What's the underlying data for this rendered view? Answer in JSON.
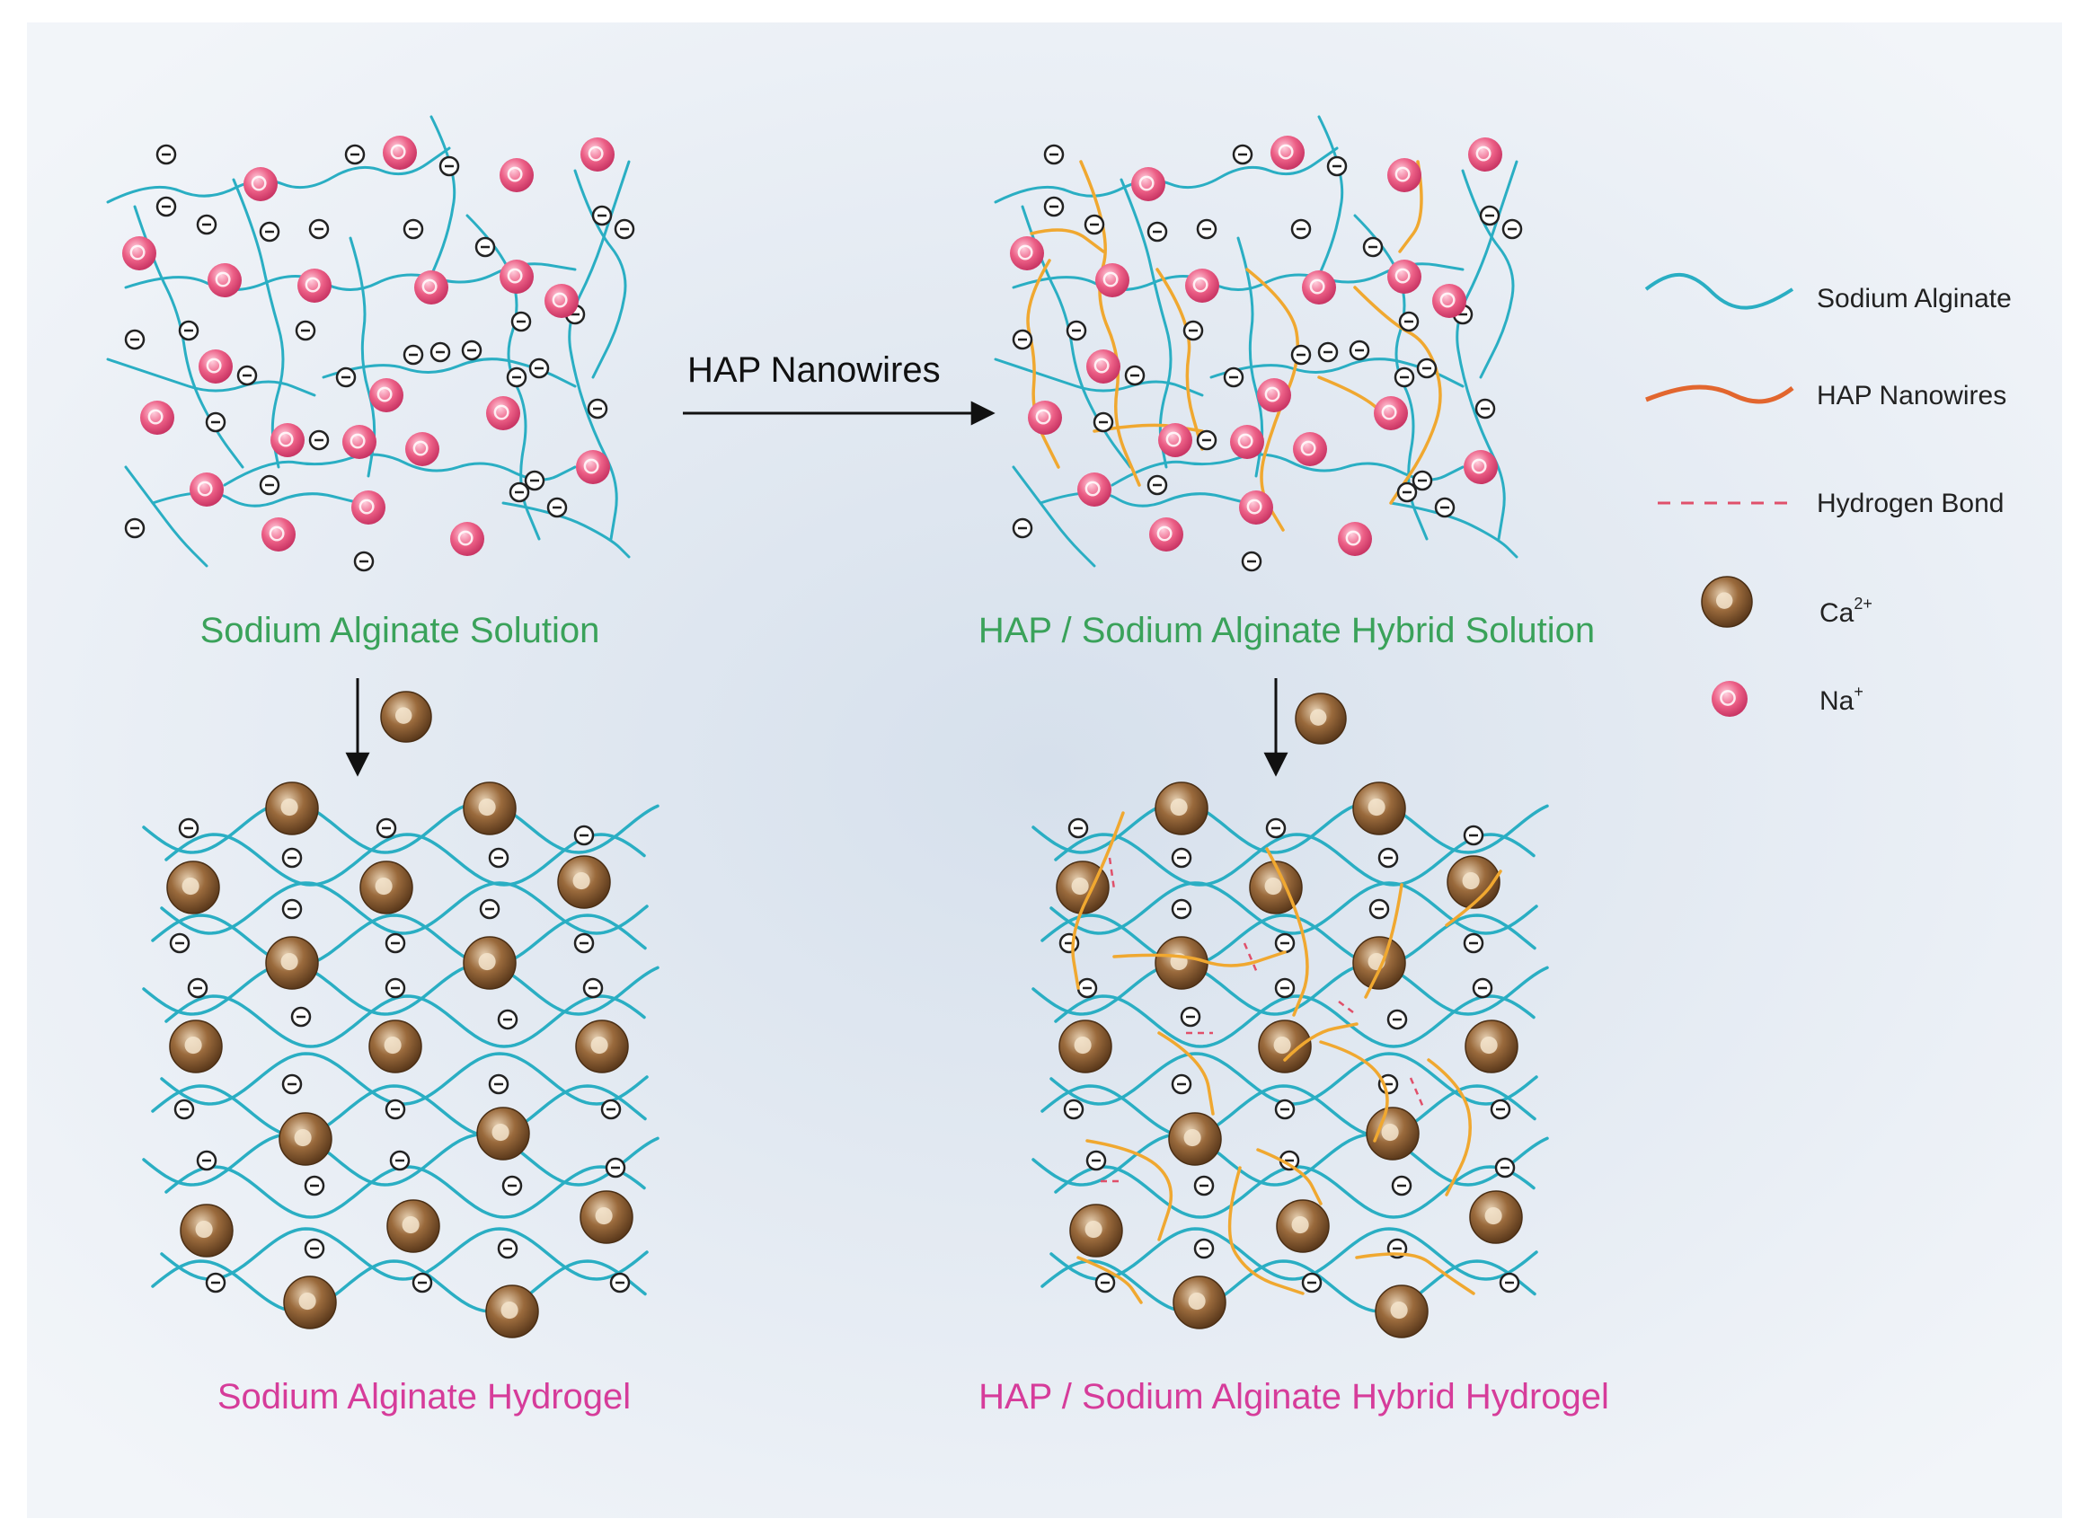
{
  "captions": {
    "sa_solution": "Sodium Alginate Solution",
    "hybrid_solution": "HAP / Sodium Alginate Hybrid Solution",
    "sa_hydrogel": "Sodium Alginate Hydrogel",
    "hybrid_hydrogel": "HAP / Sodium Alginate Hybrid Hydrogel"
  },
  "arrow_label": "HAP Nanowires",
  "legend": {
    "sodium_alginate": "Sodium Alginate",
    "hap_nanowires": "HAP Nanowires",
    "hydrogen_bond": "Hydrogen Bond",
    "ca_base": "Ca",
    "ca_sup": "2+",
    "na_base": "Na",
    "na_sup": "+"
  },
  "colors": {
    "background_center": "#d8e2ee",
    "background_edge": "#f3f6fa",
    "alginate_chain": "#2aaec3",
    "hap_nanowire": "#f0a830",
    "hydrogen_bond": "#e0506a",
    "na_ion": "#e8557c",
    "ca_ion": "#8b5e34",
    "caption_green": "#3aa25a",
    "caption_magenta": "#d63c9a"
  }
}
